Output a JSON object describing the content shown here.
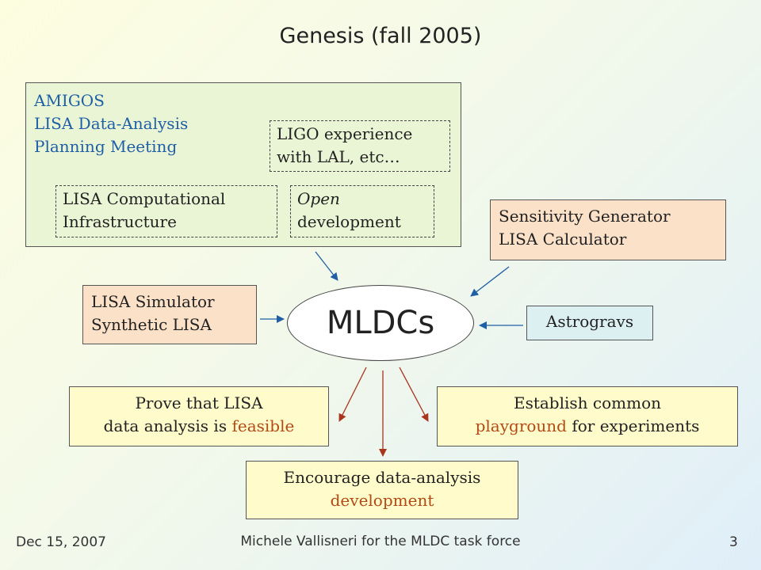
{
  "slide": {
    "title": "Genesis (fall 2005)",
    "amigos": {
      "lines": [
        "AMIGOS",
        "LISA Data-Analysis",
        "Planning Meeting"
      ]
    },
    "ligo": {
      "lines": [
        "LIGO experience",
        "with LAL, etc…"
      ]
    },
    "lisa_comp": {
      "lines": [
        "LISA Computational",
        "Infrastructure"
      ]
    },
    "open_dev": {
      "lines": [
        "Open",
        "development"
      ]
    },
    "sensitivity": {
      "lines": [
        "Sensitivity Generator",
        "LISA Calculator"
      ]
    },
    "simulator": {
      "lines": [
        "LISA Simulator",
        "Synthetic LISA"
      ]
    },
    "mldcs": "MLDCs",
    "astrogravs": "Astrogravs",
    "prove": {
      "line1": "Prove that LISA",
      "line2_prefix": "data analysis is ",
      "line2_highlight": "feasible"
    },
    "establish": {
      "line1": "Establish common",
      "line2_highlight": "playground",
      "line2_suffix": " for experiments"
    },
    "encourage": {
      "line1": "Encourage data-analysis",
      "line2_highlight": "development"
    },
    "footer": {
      "date": "Dec 15, 2007",
      "author": "Michele Vallisneri for the MLDC task force",
      "page": "3"
    }
  },
  "colors": {
    "blue_text": "#1f5fa5",
    "highlight_red": "#b34a16",
    "arrow_blue": "#1f5fa5",
    "arrow_red": "#a8351c"
  }
}
